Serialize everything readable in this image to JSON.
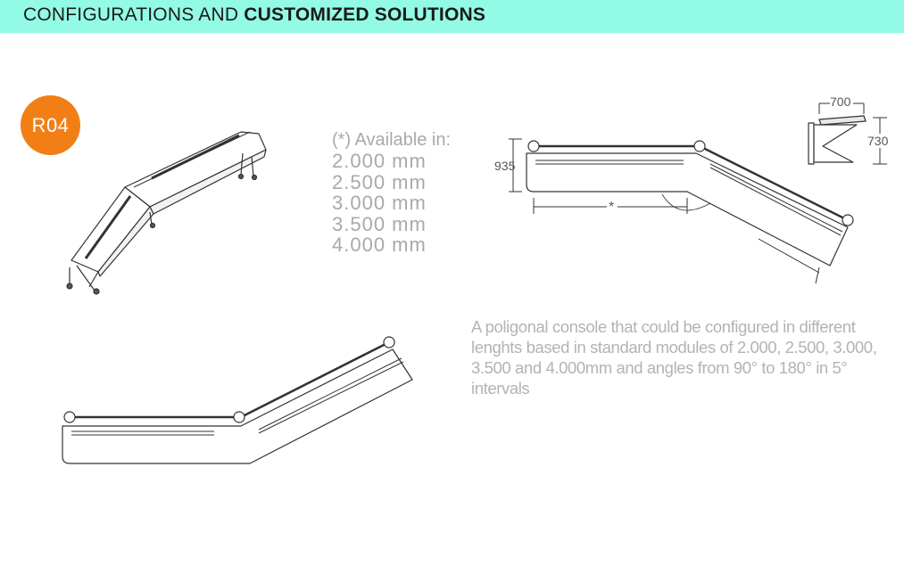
{
  "header": {
    "title_regular": "CONFIGURATIONS AND ",
    "title_bold": "CUSTOMIZED SOLUTIONS"
  },
  "badge": {
    "label": "R04",
    "color": "#f27f16"
  },
  "availability": {
    "heading": "(*) Available in:",
    "sizes": [
      "2.000 mm",
      "2.500 mm",
      "3.000 mm",
      "3.500 mm",
      "4.000 mm"
    ]
  },
  "dimensions": {
    "height_total": "935",
    "depth": "700",
    "height_side": "730",
    "module_marker": "*"
  },
  "description": {
    "text": "A poligonal console that could be configured in different lenghts based in standard modules of 2.000, 2.500,  3.000, 3.500 and 4.000mm and angles from 90°  to 180°  in 5°  intervals"
  },
  "colors": {
    "header_bg": "#93fbe5",
    "accent": "#f27f16",
    "text_gray": "#a9a9a9"
  }
}
